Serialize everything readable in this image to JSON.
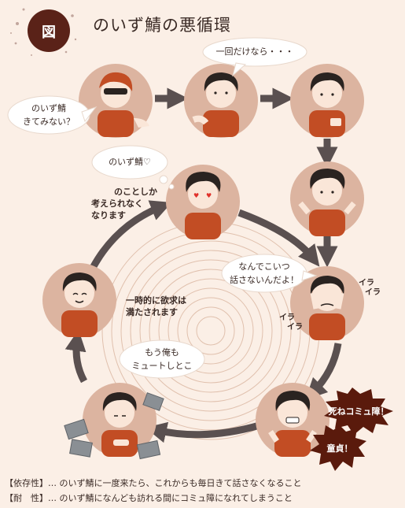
{
  "title": {
    "badge": "図",
    "text": "のいず鯖の悪循環"
  },
  "bubbles": {
    "invite": [
      "のいず鯖",
      "きてみない？"
    ],
    "just_once": "一回だけなら・・・",
    "heart": "のいず鯖♡",
    "why_not_talking": [
      "なんでこいつ",
      "話さないんだよ！"
    ],
    "mute": [
      "もう俺も",
      "ミュートしとこ"
    ]
  },
  "labels": {
    "obsessed": [
      "のことしか",
      "考えられなく",
      "なります"
    ],
    "satisfied": [
      "一時的に欲求は",
      "満たされます"
    ],
    "irritated_1": [
      "イラ",
      "イラ"
    ],
    "irritated_2": [
      "イラ",
      "イラ"
    ]
  },
  "bursts": {
    "die": "死ねコミュ障！",
    "virgin": "童貞！"
  },
  "footer": [
    {
      "tag": "【依存性】",
      "text": "… のいず鯖に一度来たら、これからも毎日きて話さなくなること"
    },
    {
      "tag": "【耐　性】",
      "text": "… のいず鯖になんども訪れる間にコミュ障になれてしまうこと"
    }
  ],
  "colors": {
    "background": "#fbefe6",
    "circle_fill": "#dcb4a0",
    "arrow": "#5a5050",
    "badge": "#5a2218",
    "shirt": "#c24d24",
    "hair": "#2a2320",
    "skin": "#fae6d8",
    "burst": "#5a1a0c"
  }
}
